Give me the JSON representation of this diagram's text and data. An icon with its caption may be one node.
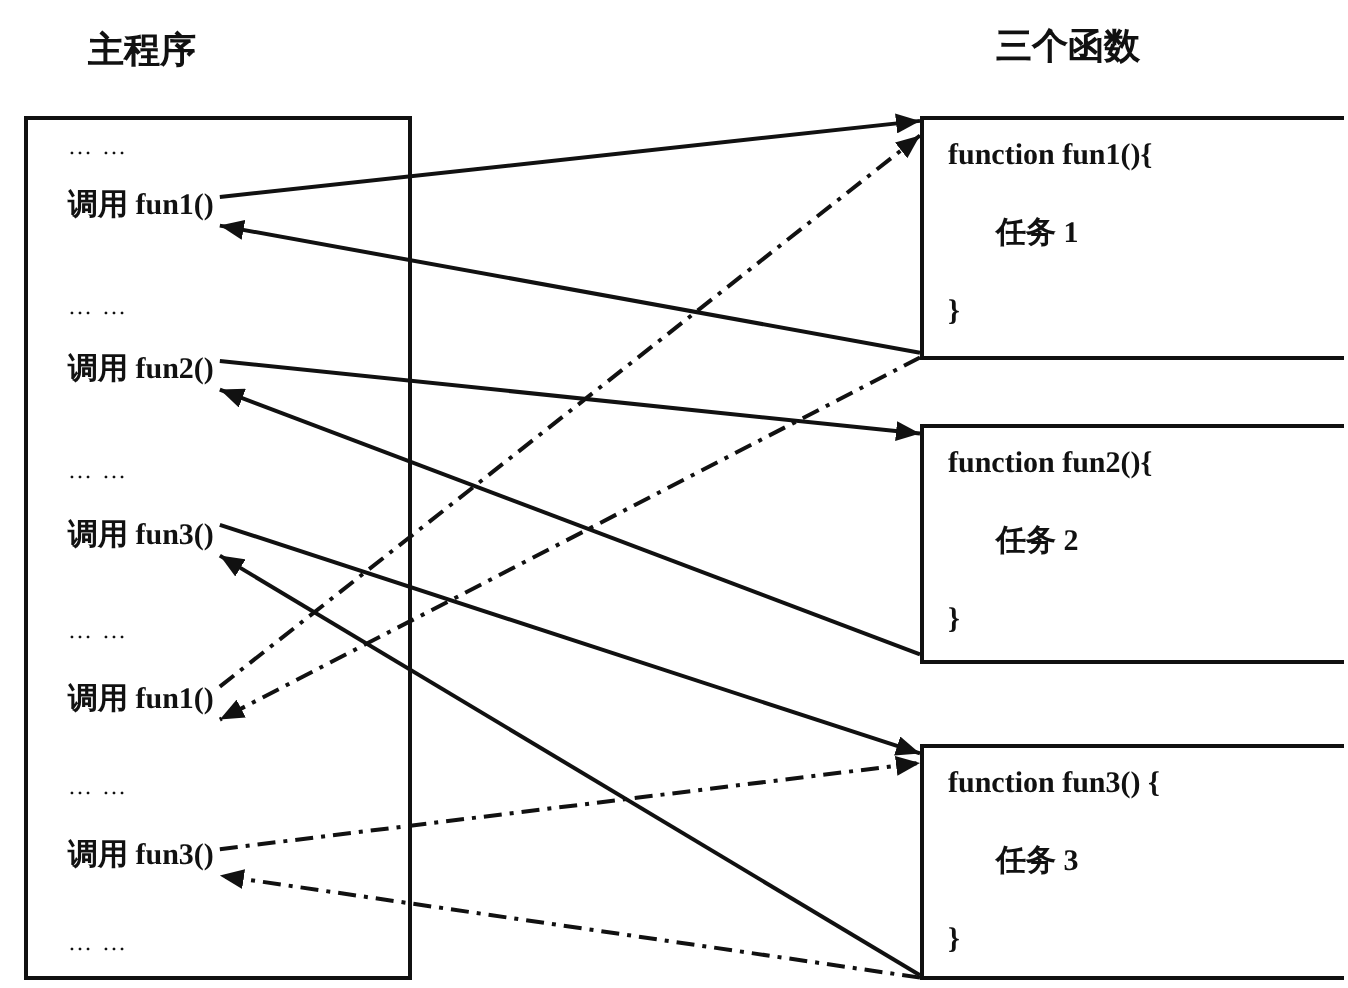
{
  "diagram": {
    "nodes": [
      {
        "text": [
          "主程序"
        ]
      },
      {
        "text": [
          "调用 fun1()"
        ],
        "in": 0
      },
      {
        "text": [
          "调用 fun2()"
        ],
        "in": 0
      },
      {
        "text": [
          "调用 fun3()"
        ],
        "in": 0
      },
      {
        "text": [
          "调用 fun1()"
        ],
        "in": 0
      },
      {
        "text": [
          "调用 fun3()"
        ],
        "in": 0
      },
      {
        "text": [
          "function fun1(){",
          "任务 1",
          "}"
        ]
      },
      {
        "text": [
          "function fun2(){",
          "任务 2",
          "}"
        ]
      },
      {
        "text": [
          "function fun3() {",
          "任务 3",
          "}"
        ]
      }
    ],
    "edges": [
      {
        "from": 1,
        "to": 6,
        "arrow": "to"
      },
      {
        "from": 6,
        "to": 1,
        "arrow": "to"
      },
      {
        "from": 2,
        "to": 7,
        "arrow": "to"
      },
      {
        "from": 7,
        "to": 2,
        "arrow": "to"
      },
      {
        "from": 3,
        "to": 8,
        "arrow": "to"
      },
      {
        "from": 8,
        "to": 3,
        "arrow": "to"
      },
      {
        "from": 4,
        "to": 6,
        "arrow": "to",
        "style": "dashed"
      },
      {
        "from": 6,
        "to": 4,
        "arrow": "to",
        "style": "dashed"
      },
      {
        "from": 5,
        "to": 8,
        "arrow": "to",
        "style": "dashed"
      },
      {
        "from": 8,
        "to": 5,
        "arrow": "to",
        "style": "dashed"
      }
    ],
    "labels": [
      "三个函数",
      "… …",
      "… …",
      "… …",
      "… …",
      "… …",
      "… …"
    ]
  }
}
